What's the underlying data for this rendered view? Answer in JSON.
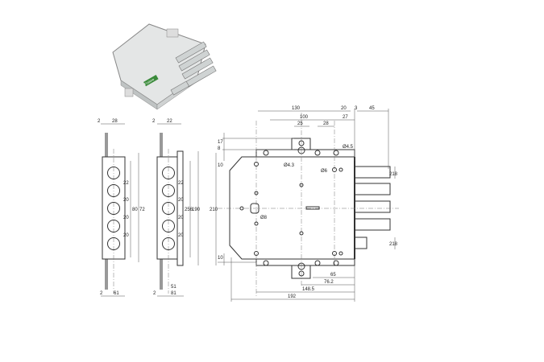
{
  "product_photo": {
    "label_text": "Fcstore",
    "icon": "lock-product-photo"
  },
  "side_view_1": {
    "dims": {
      "top_a": "2",
      "top_b": "28",
      "pitch": [
        "22",
        "20",
        "20",
        "20"
      ],
      "inner": "80",
      "outer": "72",
      "bottom_a": "2",
      "bottom_b": "61"
    }
  },
  "side_view_2": {
    "dims": {
      "top_a": "2",
      "top_b": "22",
      "pitch": [
        "22",
        "20",
        "20",
        "20"
      ],
      "inner_a": "256",
      "inner_b": "190",
      "outer": "210",
      "bottom_a": "2",
      "bottom_b": "51",
      "bottom_c": "81"
    }
  },
  "front_view": {
    "top_dims": [
      "130",
      "20",
      "3",
      "45",
      "100",
      "27",
      "28",
      "25"
    ],
    "diameters": [
      "Ø4.5",
      "Ø4.3",
      "Ø6",
      "Ø8"
    ],
    "left_dims": [
      "17",
      "8",
      "10",
      "10"
    ],
    "right_dims": [
      "218",
      "218"
    ],
    "bottom_dims": [
      "65",
      "76.2",
      "148.5",
      "192"
    ]
  }
}
